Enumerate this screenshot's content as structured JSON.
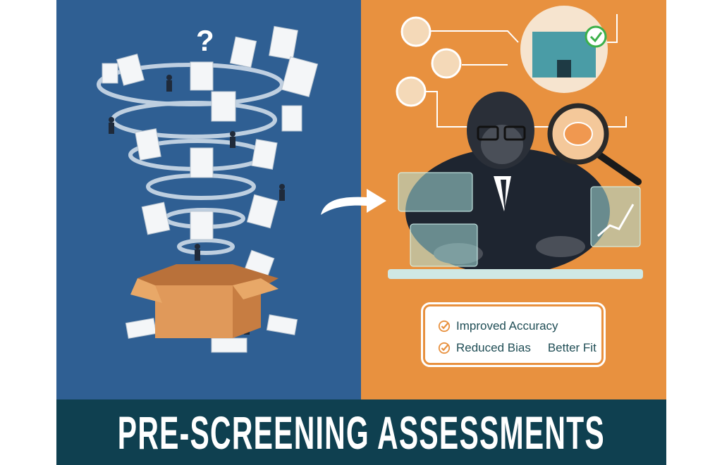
{
  "title": "PRE-SCREENING ASSESSMENTS",
  "benefits": [
    "Improved Accuracy",
    "Reduced Bias",
    "Better Fit"
  ],
  "colors": {
    "left_bg": "#2f5f93",
    "right_bg": "#e8913f",
    "banner": "#0f4050",
    "check": "#e8913f"
  },
  "icons": [
    "question-mark-icon",
    "arrow-right-icon",
    "check-circle-icon",
    "magnifier-icon",
    "brain-icon",
    "building-icon",
    "chart-icon"
  ],
  "question_mark": "?"
}
